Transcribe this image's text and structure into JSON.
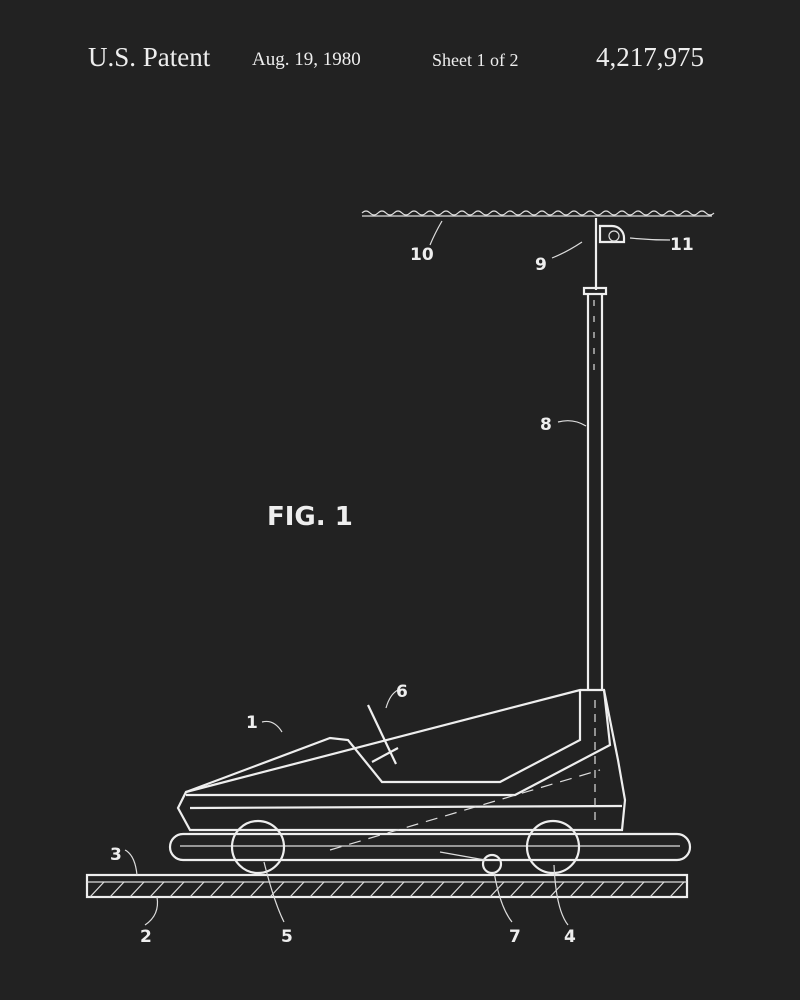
{
  "header": {
    "patent_label": "U.S. Patent",
    "date": "Aug. 19, 1980",
    "sheet": "Sheet 1 of 2",
    "patent_number": "4,217,975"
  },
  "figure": {
    "title": "FIG. 1",
    "labels": {
      "l1": "1",
      "l2": "2",
      "l3": "3",
      "l4": "4",
      "l5": "5",
      "l6": "6",
      "l7": "7",
      "l8": "8",
      "l9": "9",
      "l10": "10",
      "l11": "11"
    }
  },
  "colors": {
    "background": "#222222",
    "ink": "#eeeeee"
  }
}
